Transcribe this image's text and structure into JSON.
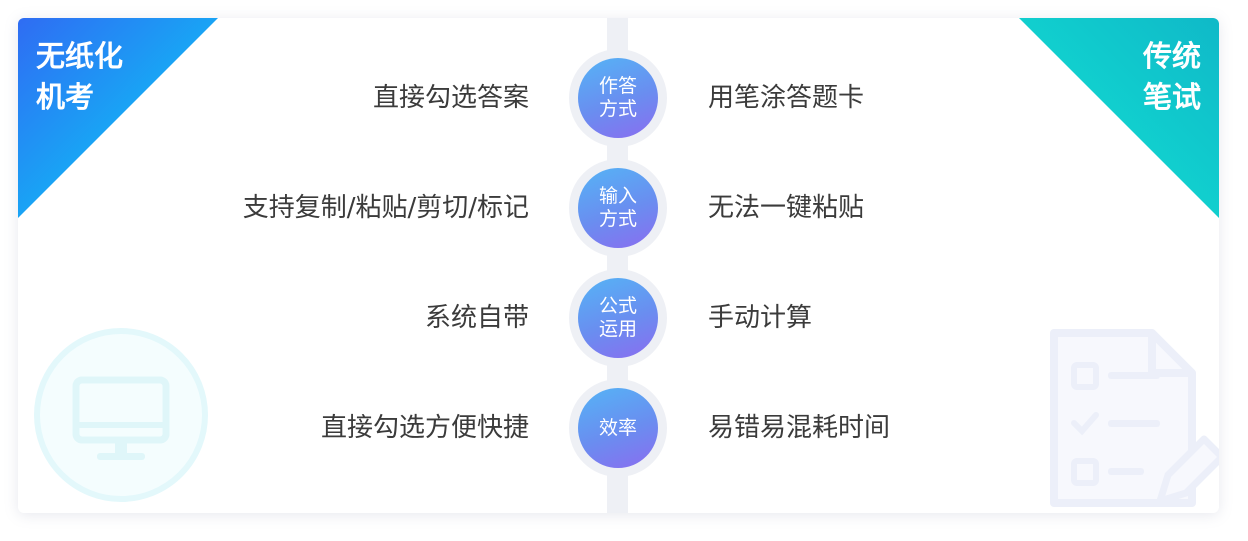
{
  "left_panel": {
    "title_line1": "无纸化",
    "title_line2": "机考"
  },
  "right_panel": {
    "title_line1": "传统",
    "title_line2": "笔试"
  },
  "rows": [
    {
      "left": "直接勾选答案",
      "badge_line1": "作答",
      "badge_line2": "方式",
      "right": "用笔涂答题卡"
    },
    {
      "left": "支持复制/粘贴/剪切/标记",
      "badge_line1": "输入",
      "badge_line2": "方式",
      "right": "无法一键粘贴"
    },
    {
      "left": "系统自带",
      "badge_line1": "公式",
      "badge_line2": "运用",
      "right": "手动计算"
    },
    {
      "left": "直接勾选方便快捷",
      "badge_line1": "效率",
      "badge_line2": "",
      "right": "易错易混耗时间"
    }
  ],
  "colors": {
    "left_accent": "#2f6cf3",
    "right_accent": "#11d1cf",
    "badge": "#6a8df0",
    "text": "#3b3b3b"
  },
  "icons": {
    "left_deco": "monitor-icon",
    "right_deco": "exam-sheet-pencil-icon"
  }
}
